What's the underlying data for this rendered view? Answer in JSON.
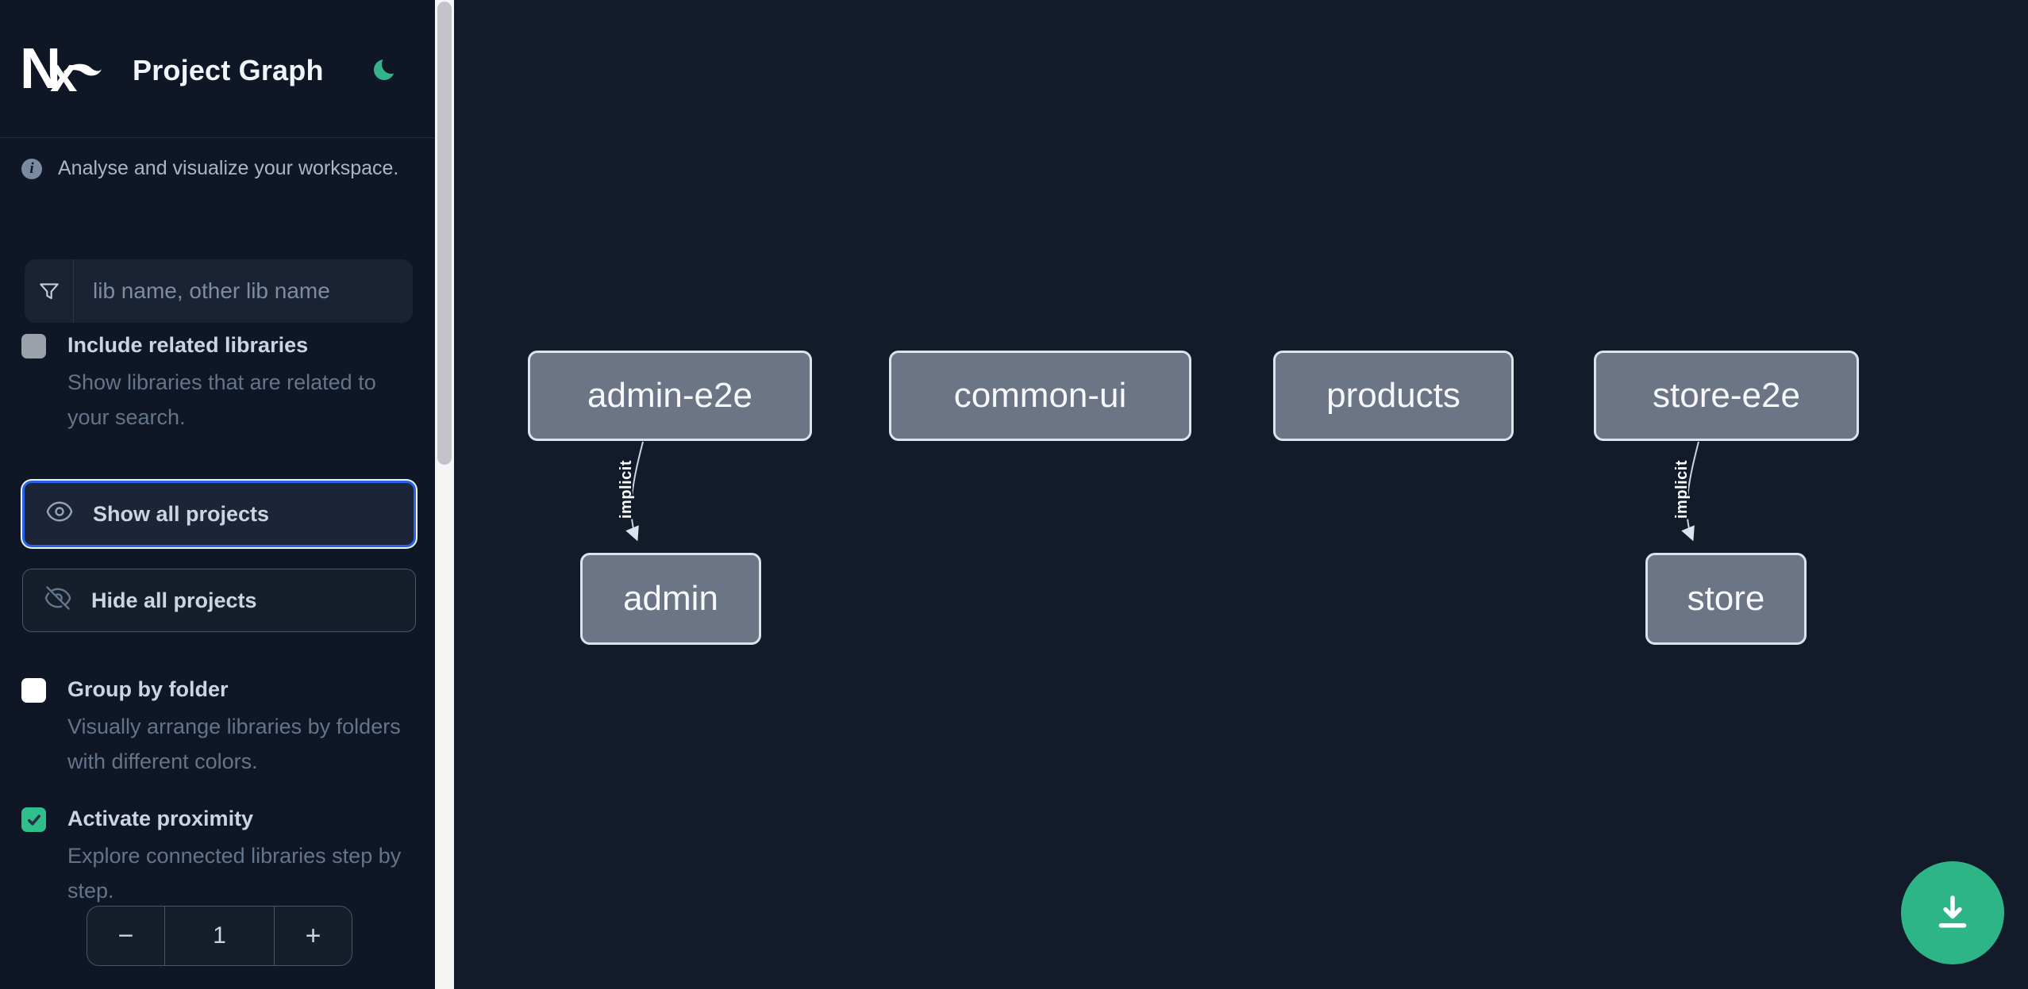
{
  "header": {
    "title": "Project Graph",
    "logo": "nx-logo",
    "theme_icon": "moon"
  },
  "sidebar": {
    "info_text": "Analyse and visualize your workspace.",
    "search_placeholder": "lib name, other lib name",
    "include_related": {
      "label": "Include related libraries",
      "description": "Show libraries that are related to your search.",
      "checked": false,
      "disabled": true
    },
    "show_all_label": "Show all projects",
    "hide_all_label": "Hide all projects",
    "group_by_folder": {
      "label": "Group by folder",
      "description": "Visually arrange libraries by folders with different colors.",
      "checked": false
    },
    "activate_proximity": {
      "label": "Activate proximity",
      "description": "Explore connected libraries step by step.",
      "checked": true
    },
    "proximity_stepper": {
      "decrement_label": "−",
      "value": "1",
      "increment_label": "+"
    }
  },
  "graph": {
    "nodes": [
      {
        "label": "admin-e2e"
      },
      {
        "label": "common-ui"
      },
      {
        "label": "products"
      },
      {
        "label": "store-e2e"
      },
      {
        "label": "admin"
      },
      {
        "label": "store"
      }
    ],
    "edges": [
      {
        "from": "admin-e2e",
        "to": "admin",
        "label": "implicit",
        "type": "implicit"
      },
      {
        "from": "store-e2e",
        "to": "store",
        "label": "implicit",
        "type": "implicit"
      }
    ]
  },
  "fab": {
    "icon": "download"
  },
  "colors": {
    "sidebar_bg": "#0f1726",
    "canvas_bg": "#131a29",
    "accent_green": "#2eb587",
    "checkbox_green": "#2ebf8a",
    "focus_blue": "#2563eb",
    "node_fill": "#6b7585",
    "node_border": "#dde3ea",
    "label_text": "#cbd5e1",
    "muted_text": "#64748b"
  }
}
